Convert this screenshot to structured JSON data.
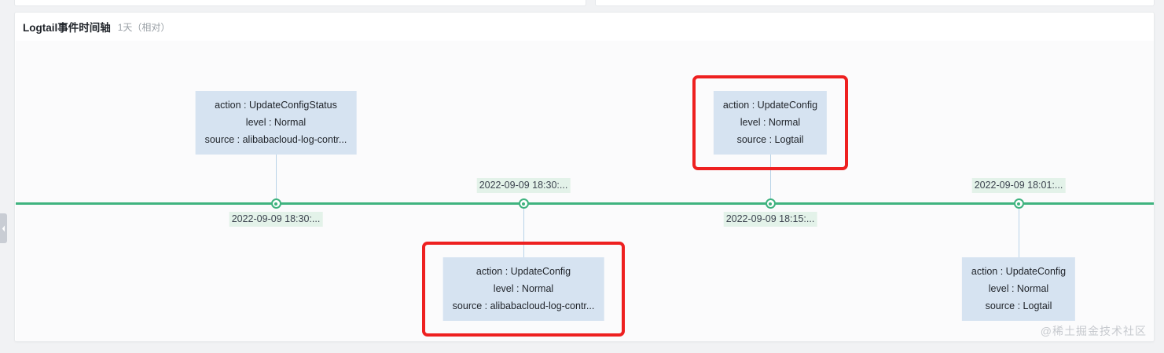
{
  "panel": {
    "title": "Logtail事件时间轴",
    "subtitle": "1天（相对）"
  },
  "watermark": "@稀土掘金技术社区",
  "colors": {
    "axis_green": "#3fb37f",
    "card_blue": "#d6e3f1",
    "time_label_bg": "#e3f2e9",
    "annotation_red": "#ee2020",
    "stem_blue": "#b9d3e8"
  },
  "chart_data": {
    "type": "timeline",
    "title": "Logtail事件时间轴",
    "subtitle": "1天（相对）",
    "axis_orientation": "horizontal",
    "grid": false,
    "legend": "none",
    "events": [
      {
        "id": "event-1",
        "time_label": "2022-09-09 18:30:...",
        "time_label_position": "below-axis",
        "card_position": "above-axis",
        "highlighted": false,
        "fields": [
          {
            "key": "action",
            "value": "UpdateConfigStatus",
            "text": "action : UpdateConfigStatus"
          },
          {
            "key": "level",
            "value": "Normal",
            "text": "level : Normal"
          },
          {
            "key": "source",
            "value": "alibabacloud-log-contr...",
            "text": "source : alibabacloud-log-contr..."
          }
        ]
      },
      {
        "id": "event-2",
        "time_label": "2022-09-09 18:30:...",
        "time_label_position": "above-axis",
        "card_position": "below-axis",
        "highlighted": true,
        "fields": [
          {
            "key": "action",
            "value": "UpdateConfig",
            "text": "action : UpdateConfig"
          },
          {
            "key": "level",
            "value": "Normal",
            "text": "level : Normal"
          },
          {
            "key": "source",
            "value": "alibabacloud-log-contr...",
            "text": "source : alibabacloud-log-contr..."
          }
        ]
      },
      {
        "id": "event-3",
        "time_label": "2022-09-09 18:15:...",
        "time_label_position": "below-axis",
        "card_position": "above-axis",
        "highlighted": true,
        "fields": [
          {
            "key": "action",
            "value": "UpdateConfig",
            "text": "action : UpdateConfig"
          },
          {
            "key": "level",
            "value": "Normal",
            "text": "level : Normal"
          },
          {
            "key": "source",
            "value": "Logtail",
            "text": "source : Logtail"
          }
        ]
      },
      {
        "id": "event-4",
        "time_label": "2022-09-09 18:01:...",
        "time_label_position": "above-axis",
        "card_position": "below-axis",
        "highlighted": false,
        "fields": [
          {
            "key": "action",
            "value": "UpdateConfig",
            "text": "action : UpdateConfig"
          },
          {
            "key": "level",
            "value": "Normal",
            "text": "level : Normal"
          },
          {
            "key": "source",
            "value": "Logtail",
            "text": "source : Logtail"
          }
        ]
      }
    ]
  }
}
